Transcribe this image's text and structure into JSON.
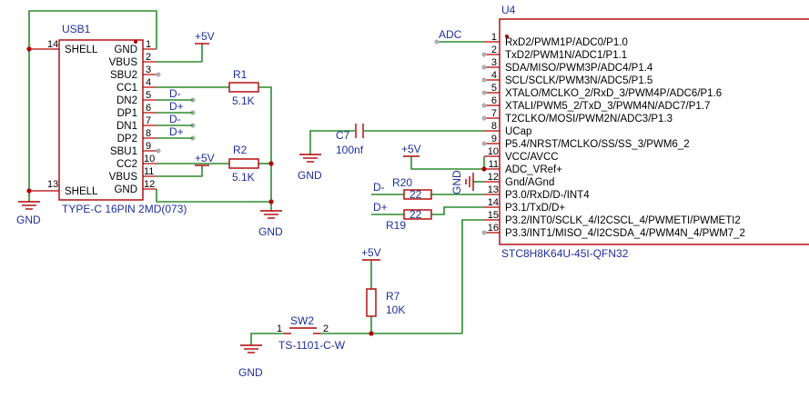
{
  "usb": {
    "designator": "USB1",
    "value": "TYPE-C 16PIN 2MD(073)",
    "left_pins": [
      {
        "num": "14",
        "name": "SHELL"
      },
      {
        "num": "13",
        "name": "SHELL"
      }
    ],
    "right_pins": [
      {
        "num": "1",
        "name": "GND"
      },
      {
        "num": "2",
        "name": "VBUS"
      },
      {
        "num": "3",
        "name": "SBU2"
      },
      {
        "num": "4",
        "name": "CC1"
      },
      {
        "num": "5",
        "name": "DN2"
      },
      {
        "num": "6",
        "name": "DP1"
      },
      {
        "num": "7",
        "name": "DN1"
      },
      {
        "num": "8",
        "name": "DP2"
      },
      {
        "num": "9",
        "name": "SBU1"
      },
      {
        "num": "10",
        "name": "CC2"
      },
      {
        "num": "11",
        "name": "VBUS"
      },
      {
        "num": "12",
        "name": "GND"
      }
    ],
    "net_labels": [
      "D-",
      "D+",
      "D-",
      "D+"
    ]
  },
  "mcu": {
    "designator": "U4",
    "value": "STC8H8K64U-45I-QFN32",
    "pins": [
      {
        "num": "1",
        "name": "RxD2/PWM1P/ADC0/P1.0"
      },
      {
        "num": "2",
        "name": "TxD2/PWM1N/ADC1/P1.1"
      },
      {
        "num": "3",
        "name": "SDA/MISO/PWM3P/ADC4/P1.4"
      },
      {
        "num": "4",
        "name": "SCL/SCLK/PWM3N/ADC5/P1.5"
      },
      {
        "num": "5",
        "name": "XTALO/MCLKO_2/RxD_3/PWM4P/ADC6/P1.6"
      },
      {
        "num": "6",
        "name": "XTALI/PWM5_2/TxD_3/PWM4N/ADC7/P1.7"
      },
      {
        "num": "7",
        "name": "T2CLKO/MOSI/PWM2N/ADC3/P1.3"
      },
      {
        "num": "8",
        "name": "UCap"
      },
      {
        "num": "9",
        "name": "P5.4/NRST/MCLKO/SS/SS_3/PWM6_2"
      },
      {
        "num": "10",
        "name": "VCC/AVCC"
      },
      {
        "num": "11",
        "name": "ADC_VRef+"
      },
      {
        "num": "12",
        "name": "Gnd/AGnd"
      },
      {
        "num": "13",
        "name": "P3.0/RxD/D-/INT4"
      },
      {
        "num": "14",
        "name": "P3.1/TxD/D+"
      },
      {
        "num": "15",
        "name": "P3.2/INT0/SCLK_4/I2CSCL_4/PWMETI/PWMETI2"
      },
      {
        "num": "16",
        "name": "P3.3/INT1/MISO_4/I2CSDA_4/PWM4N_4/PWM7_2"
      }
    ],
    "adc_label": "ADC"
  },
  "components": {
    "r1": {
      "designator": "R1",
      "value": "5.1K"
    },
    "r2": {
      "designator": "R2",
      "value": "5.1K"
    },
    "r7": {
      "designator": "R7",
      "value": "10K"
    },
    "r19": {
      "designator": "R19",
      "value": "22",
      "net": "D+"
    },
    "r20": {
      "designator": "R20",
      "value": "22",
      "net": "D-"
    },
    "c7": {
      "designator": "C7",
      "value": "100nf"
    },
    "sw2": {
      "designator": "SW2",
      "value": "TS-1101-C-W",
      "pin1": "1",
      "pin2": "2"
    }
  },
  "power": {
    "vcc": "+5V",
    "gnd": "GND"
  }
}
